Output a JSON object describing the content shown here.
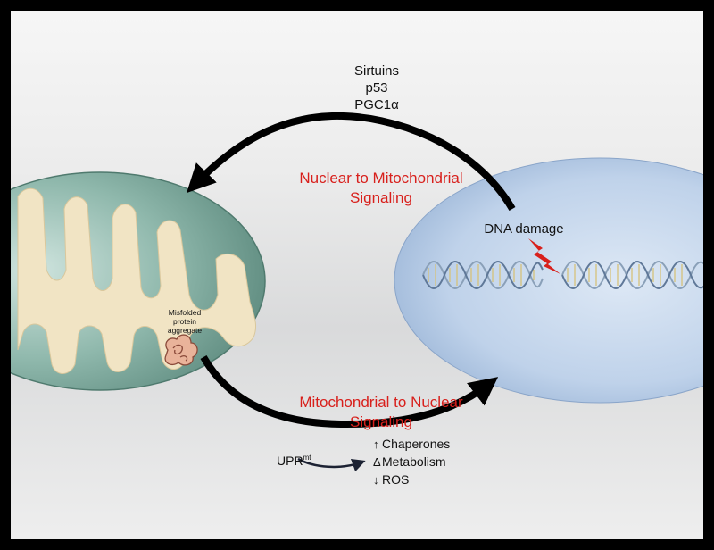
{
  "factors": [
    "Sirtuins",
    "p53",
    "PGC1α"
  ],
  "nuclear_to_mito": [
    "Nuclear to Mitochondrial",
    "Signaling"
  ],
  "mito_to_nuclear": [
    "Mitochondrial to Nuclear",
    "Signaling"
  ],
  "dna_damage": "DNA damage",
  "misfolded": [
    "Misfolded",
    "protein",
    "aggregate"
  ],
  "upr": {
    "base": "UPR",
    "sup": "mt"
  },
  "effects": [
    {
      "symbol": "↑",
      "label": "Chaperones"
    },
    {
      "symbol": "Δ",
      "label": "Metabolism"
    },
    {
      "symbol": "↓",
      "label": "ROS"
    }
  ],
  "colors": {
    "signal_text": "#d8201c",
    "lightning": "#d8201c",
    "mitochondrion_outer": "#7aa89c",
    "cristae": "#f1e4c4",
    "nucleus": "#bcd0ea"
  }
}
